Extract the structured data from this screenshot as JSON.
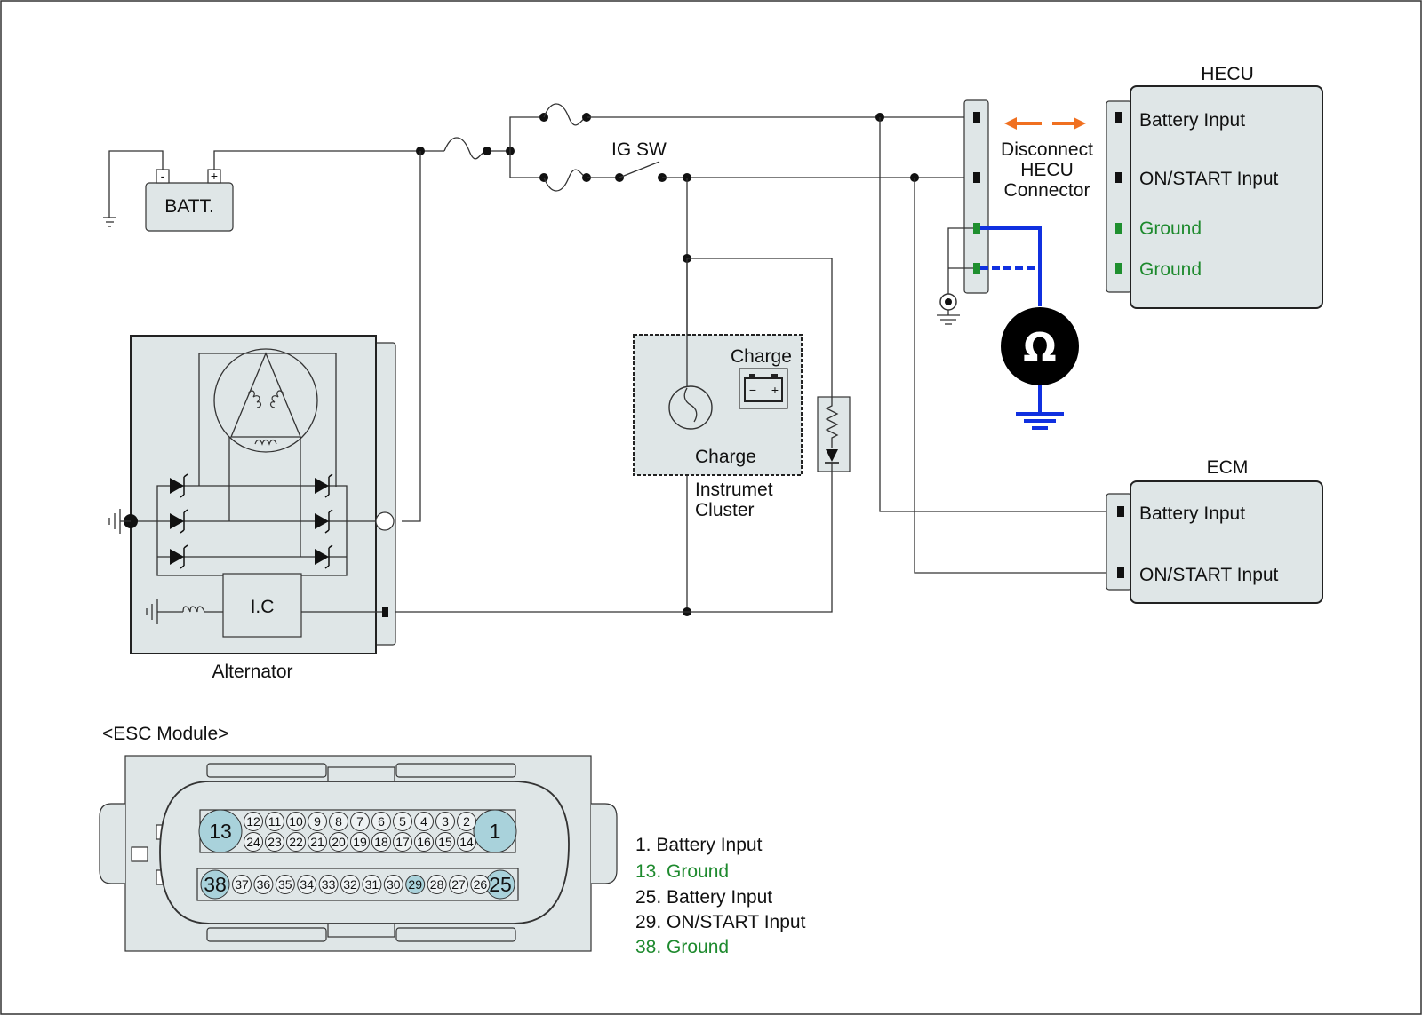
{
  "components": {
    "battery": "BATT.",
    "battery_neg": "-",
    "battery_pos": "+",
    "ig_switch": "IG SW",
    "alternator": "Alternator",
    "ic": "I.C",
    "instrument_cluster": [
      "Instrumet",
      "Cluster"
    ],
    "charge_top": "Charge",
    "charge_bottom": "Charge",
    "charge_icon_minus": "−",
    "charge_icon_plus": "+",
    "ohm_symbol": "Ω"
  },
  "hecu": {
    "title": "HECU",
    "pins": [
      {
        "label": "Battery Input",
        "color": "#111111"
      },
      {
        "label": "ON/START Input",
        "color": "#111111"
      },
      {
        "label": "Ground",
        "color": "#1e8a2e"
      },
      {
        "label": "Ground",
        "color": "#1e8a2e"
      }
    ]
  },
  "ecm": {
    "title": "ECM",
    "pins": [
      {
        "label": "Battery Input",
        "color": "#111111"
      },
      {
        "label": "ON/START Input",
        "color": "#111111"
      }
    ]
  },
  "instruction": [
    "Disconnect",
    "HECU",
    "Connector"
  ],
  "esc_module": {
    "title": "<ESC Module>",
    "row1_end_left": "13",
    "row1_end_right": "1",
    "row1_top": [
      "12",
      "11",
      "10",
      "9",
      "8",
      "7",
      "6",
      "5",
      "4",
      "3",
      "2"
    ],
    "row1_bottom": [
      "24",
      "23",
      "22",
      "21",
      "20",
      "19",
      "18",
      "17",
      "16",
      "15",
      "14"
    ],
    "row2_end_left": "38",
    "row2_end_right": "25",
    "row2": [
      "37",
      "36",
      "35",
      "34",
      "33",
      "32",
      "31",
      "30",
      "29",
      "28",
      "27",
      "26"
    ],
    "highlighted": [
      "29"
    ]
  },
  "legend": [
    {
      "text": "1. Battery Input",
      "color": "#111111"
    },
    {
      "text": "13. Ground",
      "color": "#1e8a2e"
    },
    {
      "text": "25. Battery Input",
      "color": "#111111"
    },
    {
      "text": "29. ON/START Input",
      "color": "#111111"
    },
    {
      "text": "38. Ground",
      "color": "#1e8a2e"
    }
  ],
  "colors": {
    "probe_wire": "#1030e0",
    "arrow": "#f07020",
    "ground_label": "#1e8a2e",
    "pin_ground": "#1f8f2f",
    "pin_highlight": "#a9d2db"
  }
}
